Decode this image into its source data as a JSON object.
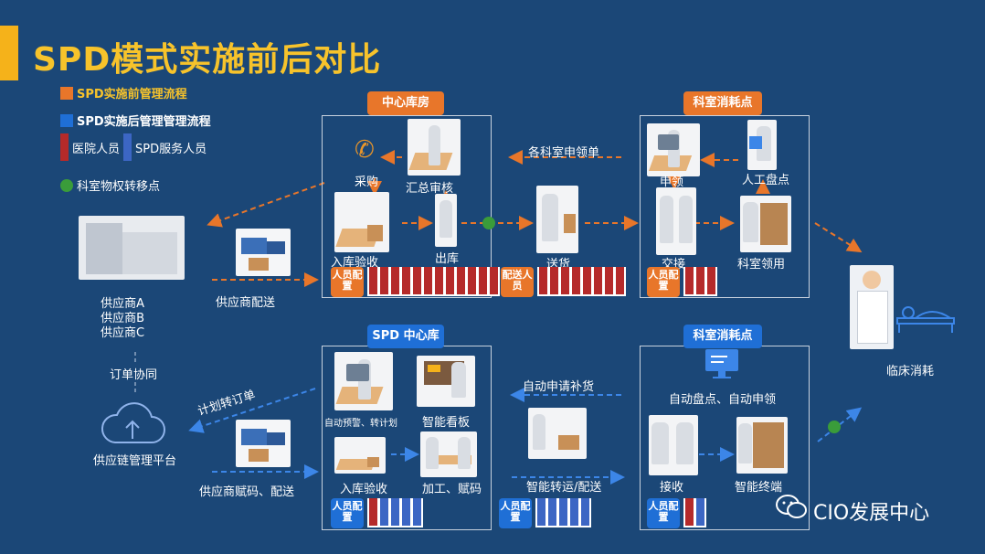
{
  "title": "SPD模式实施前后对比",
  "legend": {
    "before": "SPD实施前管理流程",
    "after": "SPD实施后管理管理流程",
    "hospital_staff": "医院人员",
    "spd_staff": "SPD服务人员",
    "transfer_point": "科室物权转移点"
  },
  "colors": {
    "orange": "#e8762a",
    "blue": "#1f6fd6",
    "background": "#1b4777",
    "title": "#f7c32b",
    "green": "#3a9c3a"
  },
  "suppliers": [
    "供应商A",
    "供应商B",
    "供应商C"
  ],
  "order_sync": "订单协同",
  "platform": "供应链管理平台",
  "before_flow": {
    "central_tab": "中心库房",
    "procure": "采购",
    "review": "汇总审核",
    "inbound": "入库验收",
    "outbound": "出库",
    "staff_label": "人员配置",
    "supplier_delivery": "供应商配送",
    "dept_request": "各科室申领单",
    "delivery": "送货",
    "delivery_staff": "配送人员",
    "dept_tab": "科室消耗点",
    "apply": "申领",
    "manual_count": "人工盘点",
    "handover": "交接",
    "dept_collect": "科室领用",
    "dept_staff": "人员配置"
  },
  "after_flow": {
    "central_tab": "SPD 中心库",
    "plan_to_order": "计划转订单",
    "auto_alert": "自动预警、转计划",
    "smart_board": "智能看板",
    "inbound": "入库验收",
    "process": "加工、赋码",
    "staff_label": "人员配置",
    "supplier_code_delivery": "供应商赋码、配送",
    "auto_replenish": "自动申请补货",
    "smart_transfer": "智能转运/配送",
    "transfer_staff": "人员配置",
    "dept_tab": "科室消耗点",
    "auto_count": "自动盘点、自动申领",
    "receive": "接收",
    "smart_terminal": "智能终端",
    "dept_staff": "人员配置"
  },
  "clinical_use": "临床消耗",
  "watermark": "CIO发展中心"
}
